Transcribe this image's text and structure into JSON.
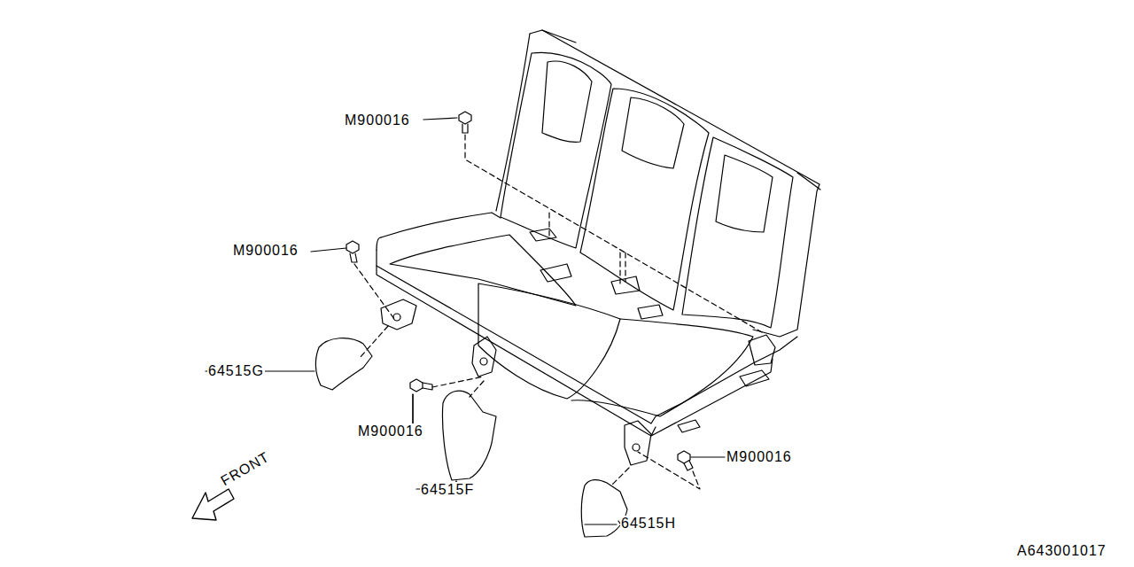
{
  "diagram": {
    "labels": [
      "M900016",
      "M900016",
      "64515G",
      "M900016",
      "M900016",
      "64515F",
      "FRONT",
      "64515H",
      "A643001017"
    ]
  }
}
